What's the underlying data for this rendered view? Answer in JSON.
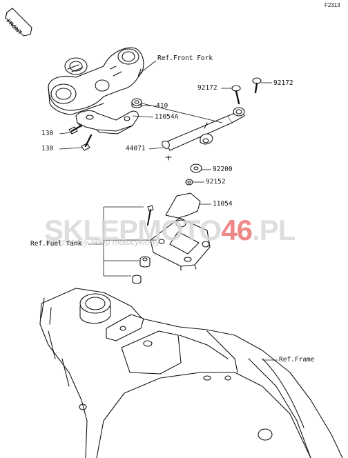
{
  "figure_id": "F2313",
  "front_badge": "FRONT",
  "watermark": {
    "part1": "SKLEPMOTO",
    "part2": "46",
    "part3": ".PL",
    "tagline": "Internetowy sklep motocyklowy"
  },
  "labels": {
    "ref_front_fork": "Ref.Front Fork",
    "p410": "410",
    "p11054a": "11054A",
    "p130_a": "130",
    "p130_b": "130",
    "p92172_left": "92172",
    "p92172_right": "92172",
    "p44071": "44071",
    "p92200": "92200",
    "p92152": "92152",
    "p11054": "11054",
    "ref_fuel_tank": "Ref.Fuel Tank",
    "ref_frame": "Ref.Frame"
  }
}
